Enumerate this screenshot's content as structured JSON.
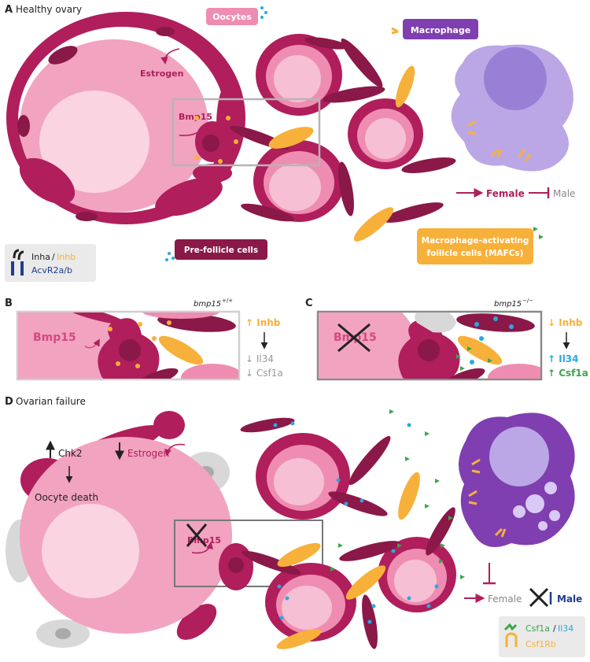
{
  "panelA": {
    "letter": "A",
    "title": "Healthy ovary",
    "oocytes": "Oocytes",
    "macrophage": "Macrophage",
    "estrogen": "Estrogen",
    "bmp15": "Bmp15",
    "female": "Female",
    "male": "Male",
    "prefollicle": "Pre-follicle cells",
    "mafc_line1": "Macrophage-activating",
    "mafc_line2": "follicle cells (MAFCs)",
    "legend_inha": "Inha",
    "legend_sep": "/",
    "legend_inhb": "Inhb",
    "legend_acvr": "AcvR2a/b"
  },
  "panelB": {
    "letter": "B",
    "genotype": "bmp15",
    "genotype_sup": "+/+",
    "bmp15": "Bmp15",
    "inhb": "↑ Inhb",
    "il34": "↓ Il34",
    "csf1a": "↓ Csf1a"
  },
  "panelC": {
    "letter": "C",
    "genotype": "bmp15",
    "genotype_sup": "−/−",
    "bmp15": "Bmp15",
    "inhb": "↓ Inhb",
    "il34": "↑ Il34",
    "csf1a": "↑ Csf1a"
  },
  "panelD": {
    "letter": "D",
    "title": "Ovarian failure",
    "chk2": "Chk2",
    "estrogen": "Estrogen",
    "oocyte_death": "Oocyte death",
    "bmp15": "Bmp15",
    "female": "Female",
    "male": "Male",
    "legend_csf1a": "Csf1a",
    "legend_sep": "/",
    "legend_il34": "Il34",
    "legend_csf1rb": "Csf1Rb"
  },
  "colors": {
    "crimson": "#b01e5c",
    "dark_crimson": "#8a1848",
    "pink": "#ee8db1",
    "light_pink": "#f7bfd3",
    "pale_pink": "#fad4e1",
    "yellow": "#f7b13a",
    "purple_light": "#bba7e6",
    "purple_dark": "#7f3fb0",
    "blue": "#1e3d8f",
    "cyan": "#2ba8e0",
    "green": "#3ba64a",
    "gray": "#9a9a9a"
  }
}
